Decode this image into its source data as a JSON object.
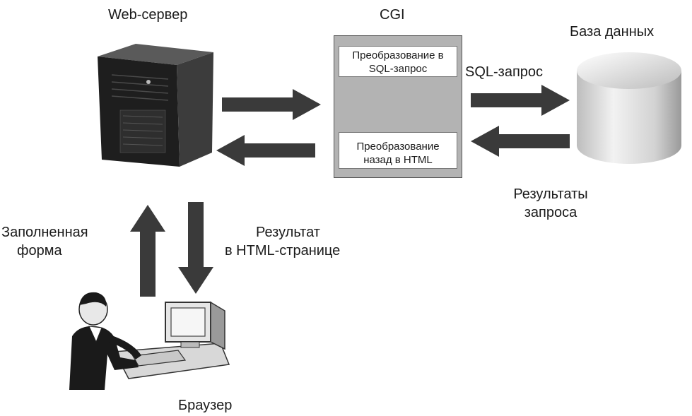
{
  "labels": {
    "web_server": "Web-сервер",
    "cgi": "CGI",
    "database": "База данных",
    "sql_query": "SQL-запрос",
    "results_line1": "Результаты",
    "results_line2": "запроса",
    "filled_form_line1": "Заполненная",
    "filled_form_line2": "форма",
    "result_html_line1": "Результат",
    "result_html_line2": "в HTML-странице",
    "browser": "Браузер"
  },
  "cgi_box": {
    "top_text_line1": "Преобразование в",
    "top_text_line2": "SQL-запрос",
    "bottom_text_line1": "Преобразование",
    "bottom_text_line2": "назад в HTML"
  },
  "colors": {
    "arrow": "#3a3a3a",
    "cgi_fill": "#b3b3b3",
    "server_body": "#2b2b2b"
  }
}
